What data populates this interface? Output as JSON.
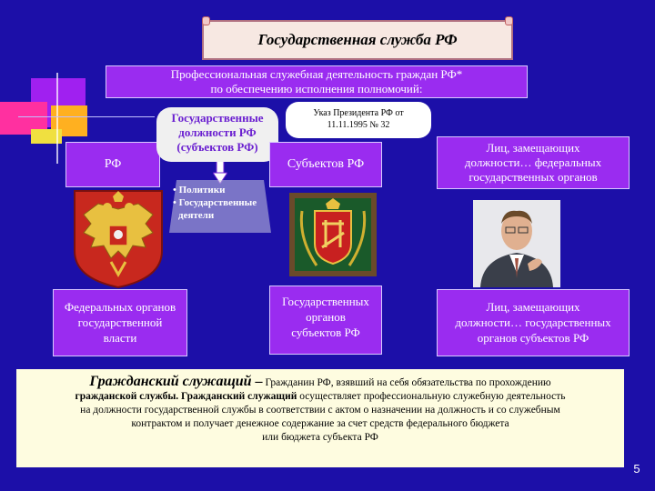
{
  "title": "Государственная служба РФ",
  "header": {
    "line1": "Профессиональная служебная деятельность граждан РФ*",
    "line2": "по обеспечению исполнения полномочий:"
  },
  "rf_label": "РФ",
  "subjects_label": "Субъектов РФ",
  "bubble": {
    "line1": "Государственные",
    "line2": "должности РФ",
    "line3": "(субъектов РФ)"
  },
  "decree": {
    "line1": "Указ Президента РФ от",
    "line2": "11.11.1995 № 32"
  },
  "politics": {
    "item1": "• Политики",
    "item2": "• Государственные",
    "item3": "деятели"
  },
  "federal_officials": {
    "line1": "Лиц, замещающих",
    "line2": "должности… федеральных",
    "line3": "государственных органов"
  },
  "federal_organs": {
    "line1": "Федеральных органов",
    "line2": "государственной",
    "line3": "власти"
  },
  "subject_organs": {
    "line1": "Государственных",
    "line2": "органов",
    "line3": "субъектов РФ"
  },
  "subject_officials": {
    "line1": "Лиц, замещающих",
    "line2": "должности… государственных",
    "line3": "органов субъектов РФ"
  },
  "definition": {
    "term": "Гражданский служащий –",
    "intro": " Гражданин РФ, взявший на себя обязательства по прохождению",
    "line2_bold": "гражданской службы. Гражданский служащий",
    "line2_rest": " осуществляет профессиональную служебную деятельность",
    "line3": "на должности государственной службы в соответствии с актом о назначении на должность и со служебным",
    "line4": "контрактом и получает денежное содержание за счет средств федерального бюджета",
    "line5": "или бюджета субъекта РФ"
  },
  "page_number": "5",
  "colors": {
    "background": "#1c0fa8",
    "box": "#9a2cf0",
    "title_bg": "#f7e8e2",
    "definition_bg": "#fefce0"
  },
  "icons": [
    "russian-coat-of-arms",
    "regional-coat-of-arms-frame",
    "official-portrait"
  ]
}
